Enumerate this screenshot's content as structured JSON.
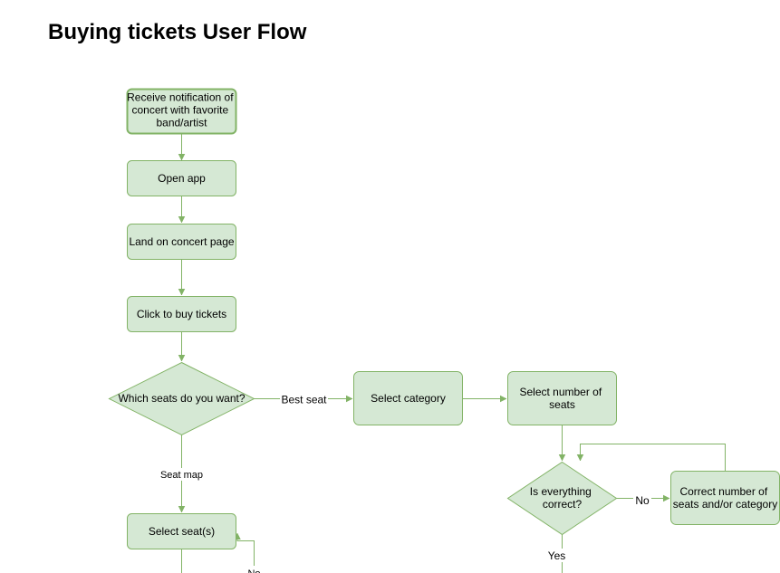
{
  "title": "Buying tickets User Flow",
  "colors": {
    "node_fill": "#d5e8d4",
    "node_stroke": "#82b366",
    "edge": "#82b366"
  },
  "nodes": {
    "receive_notification": {
      "lines": [
        "Receive notification of",
        "concert with favorite",
        "band/artist"
      ]
    },
    "open_app": {
      "lines": [
        "Open app"
      ]
    },
    "land_on_concert_page": {
      "lines": [
        "Land on concert page"
      ]
    },
    "click_to_buy": {
      "lines": [
        "Click to buy tickets"
      ]
    },
    "which_seats": {
      "lines": [
        "Which seats do you want?"
      ]
    },
    "select_category": {
      "lines": [
        "Select category"
      ]
    },
    "select_number_of_seats": {
      "lines": [
        "Select number of",
        "seats"
      ]
    },
    "is_everything_correct": {
      "lines": [
        "Is everything",
        "correct?"
      ]
    },
    "correct_number": {
      "lines": [
        "Correct number of",
        "seats and/or category"
      ]
    },
    "select_seats": {
      "lines": [
        "Select seat(s)"
      ]
    }
  },
  "edge_labels": {
    "best_seat": "Best seat",
    "seat_map": "Seat map",
    "no": "No",
    "yes": "Yes",
    "no_cut": "No"
  }
}
